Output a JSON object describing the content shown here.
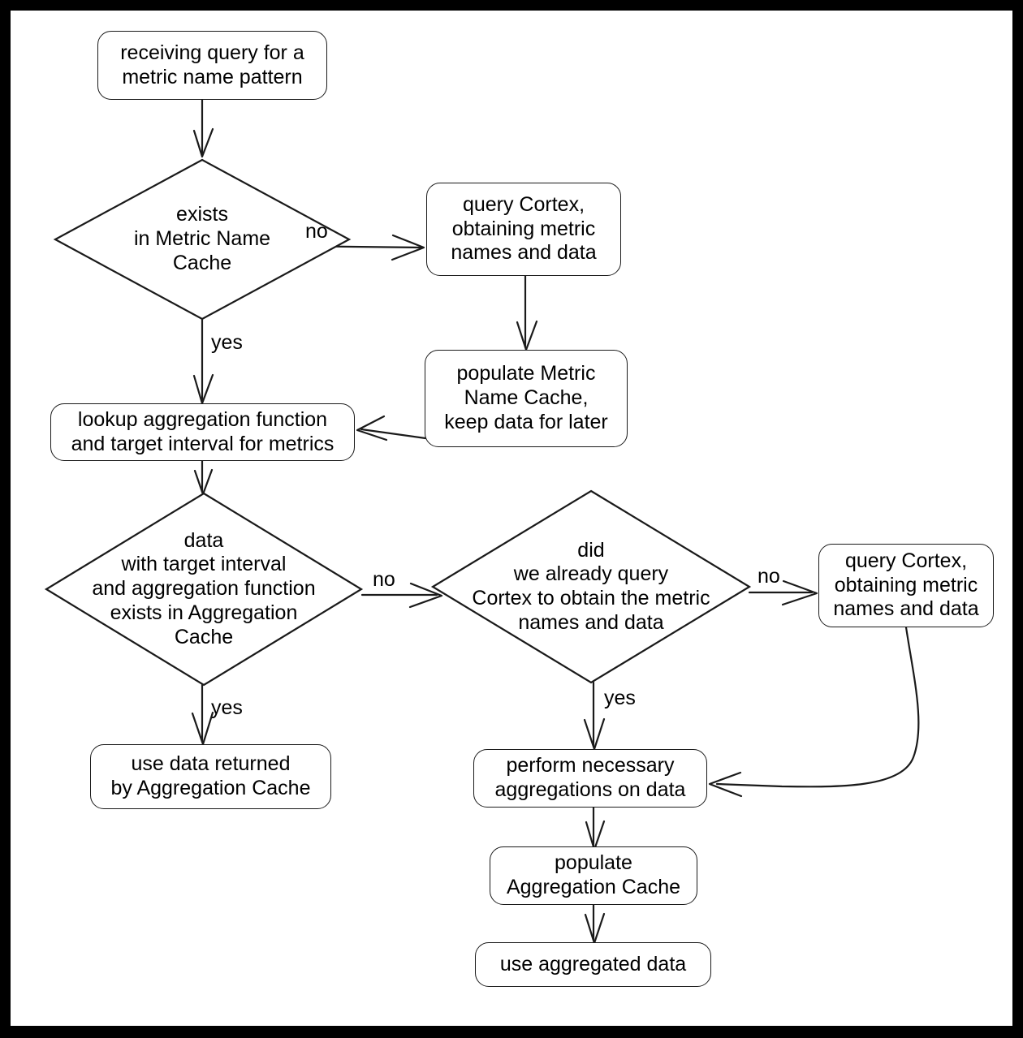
{
  "diagram": {
    "title": "metric name pattern query caching flowchart",
    "background": "#ffffff",
    "border_color": "#000000",
    "stroke_color": "#1a1a1a",
    "nodes": {
      "receiving_query": "receiving query for a\nmetric name pattern",
      "exists_metric_name_cache": "exists\nin Metric Name\nCache",
      "query_cortex_top": "query Cortex,\nobtaining metric\nnames and data",
      "populate_metric_name_cache": "populate Metric\nName Cache,\nkeep data for later",
      "lookup_aggregation": "lookup aggregation function\nand target interval for metrics",
      "aggregation_cache_check": "data\nwith target interval\nand aggregation function\nexists in Aggregation\nCache",
      "did_we_already_query": "did\nwe already query\nCortex to obtain the metric\nnames and data",
      "query_cortex_right": "query Cortex,\nobtaining metric\nnames and data",
      "use_data_returned": "use data returned\nby Aggregation Cache",
      "perform_aggregations": "perform necessary\naggregations on data",
      "populate_aggregation_cache": "populate\nAggregation Cache",
      "use_aggregated_data": "use aggregated data"
    },
    "edge_labels": {
      "metric_cache_no": "no",
      "metric_cache_yes": "yes",
      "aggregation_cache_no": "no",
      "aggregation_cache_yes": "yes",
      "already_query_no": "no",
      "already_query_yes": "yes"
    }
  }
}
